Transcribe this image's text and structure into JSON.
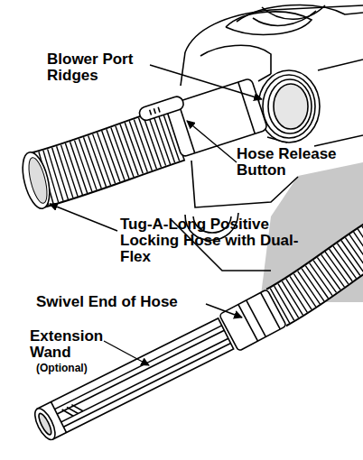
{
  "diagram": {
    "labels": [
      "Blower Port Ridges",
      "Hose Release Button",
      "Tug-A-Long Positive Locking Hose with Dual-Flex",
      "Swivel End of Hose",
      "Extension Wand",
      "(Optional)"
    ]
  }
}
